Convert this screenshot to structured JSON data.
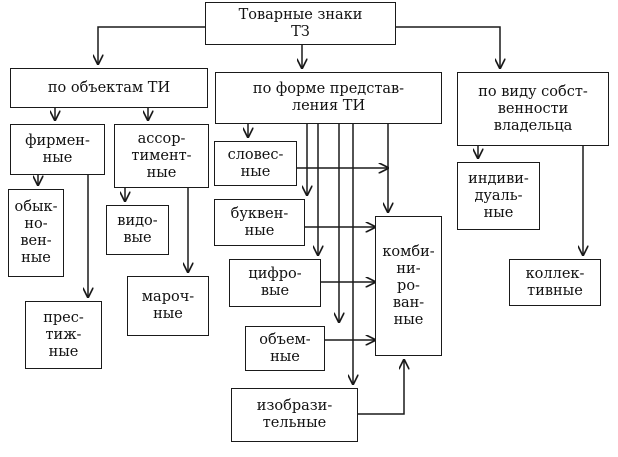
{
  "diagram": {
    "root": "Товарные знаки\nТЗ",
    "categories": {
      "by_objects": "по объектам ТИ",
      "by_form": "по форме представ-\nления ТИ",
      "by_ownership": "по виду собст-\nвенности\nвладельца"
    },
    "by_objects": {
      "corporate": "фирмен-\nные",
      "assortment": "ассор-\nтимент-\nные",
      "ordinary": "обык-\nно-\nвен-\nные",
      "prestige": "прес-\nтиж-\nные",
      "species": "видо-\nвые",
      "brand": "мароч-\nные"
    },
    "by_form": {
      "verbal": "словес-\nные",
      "letter": "буквен-\nные",
      "digital": "цифро-\nвые",
      "volumetric": "объем-\nные",
      "pictorial": "изобрази-\nтельные",
      "combined": "комби-\nни-\nро-\nван-\nные"
    },
    "by_ownership": {
      "individual": "индиви-\nдуаль-\nные",
      "collective": "коллек-\nтивные"
    }
  }
}
